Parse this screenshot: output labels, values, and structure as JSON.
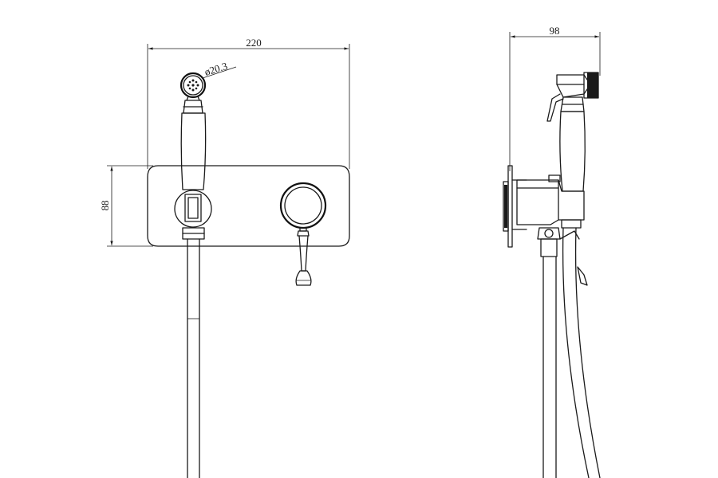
{
  "dimensions": {
    "front_width": "220",
    "front_height": "88",
    "spray_diameter": "ø20.3",
    "side_depth": "98"
  },
  "colors": {
    "line": "#1a1a1a",
    "background": "#ffffff"
  }
}
